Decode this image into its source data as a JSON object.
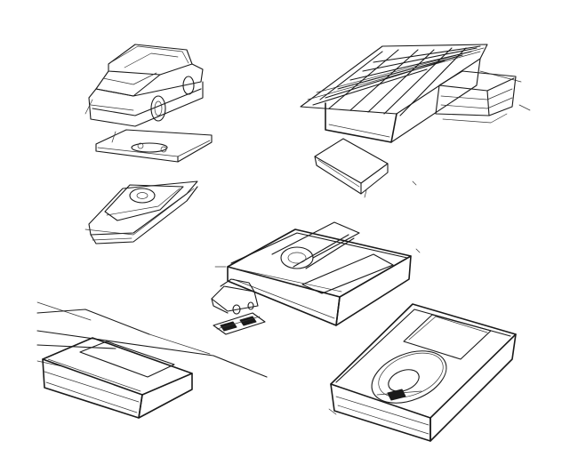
{
  "canvas": {
    "background": "#ffffff",
    "ink": "#1a1a1a"
  },
  "sketches": [
    {
      "id": "car-with-tray"
    },
    {
      "id": "ipod-on-wedge"
    },
    {
      "id": "solar-panel-box"
    },
    {
      "id": "small-box"
    },
    {
      "id": "dock-with-car-and-card"
    },
    {
      "id": "flat-slab"
    },
    {
      "id": "ipod-device"
    }
  ]
}
